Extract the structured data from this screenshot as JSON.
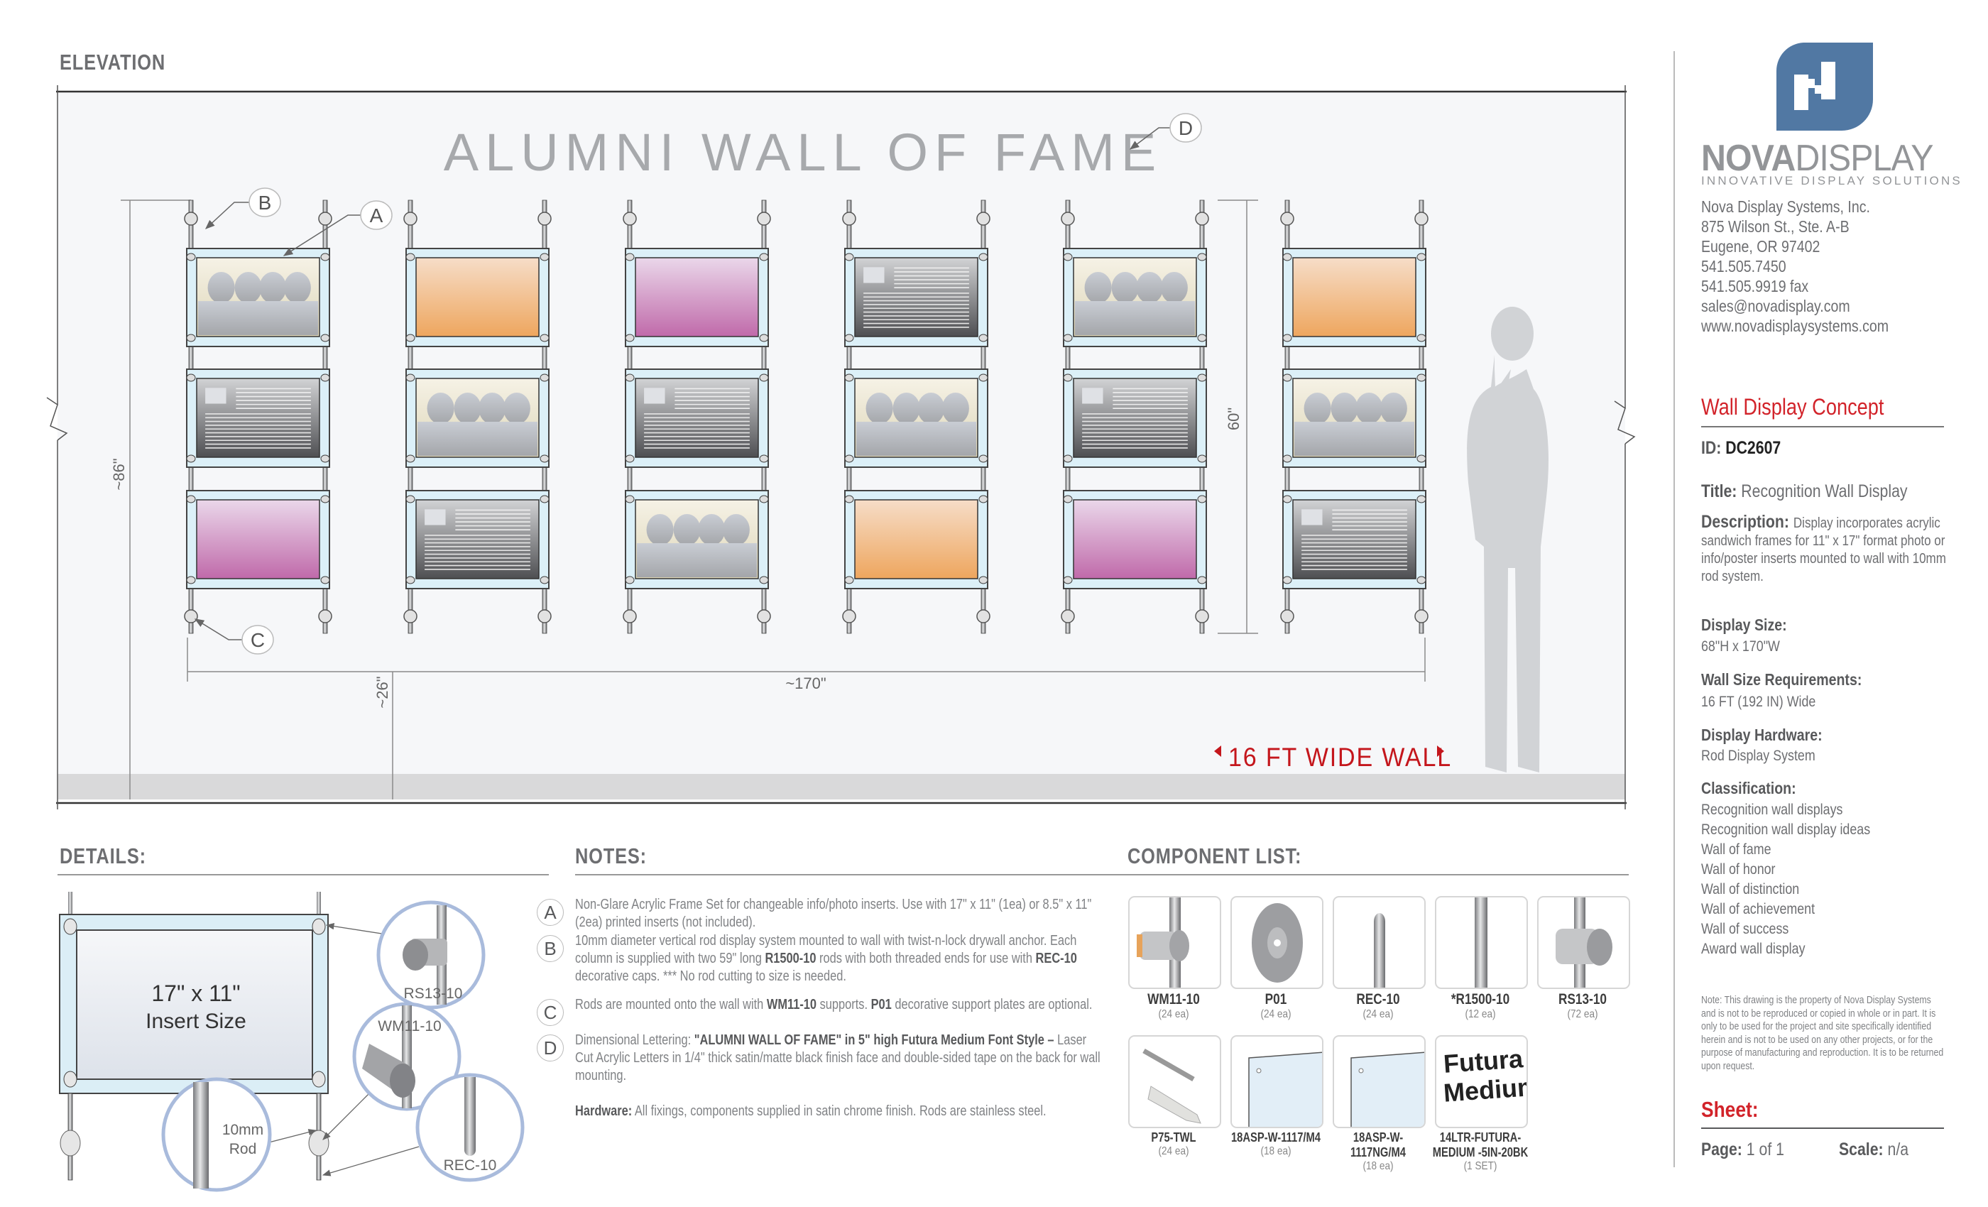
{
  "elevation": {
    "heading": "ELEVATION",
    "sign_text": "ALUMNI WALL OF FAME",
    "callouts": {
      "a": "A",
      "b": "B",
      "c": "C",
      "d": "D"
    },
    "dims": {
      "height": "~86\"",
      "width": "~170\"",
      "floor": "~26\"",
      "display_height": "60\""
    },
    "wall_width": "16 FT WIDE WALL",
    "columns": [
      [
        "photo",
        "info",
        "pink"
      ],
      [
        "orange",
        "photo",
        "info"
      ],
      [
        "pink",
        "info",
        "photo"
      ],
      [
        "info",
        "photo",
        "orange"
      ],
      [
        "photo",
        "info",
        "pink"
      ],
      [
        "orange",
        "photo",
        "info"
      ]
    ]
  },
  "details": {
    "heading": "DETAILS:",
    "insert_size": "17\" x 11\"",
    "insert_label": "Insert Size",
    "parts": {
      "rs": "RS13-10",
      "wm": "WM11-10",
      "rec": "REC-10",
      "rod_1": "10mm",
      "rod_2": "Rod"
    }
  },
  "notes": {
    "heading": "NOTES:",
    "items": [
      {
        "letter": "A",
        "segments": [
          {
            "t": "Non-Glare Acrylic Frame Set for changeable info/photo inserts. Use with 17\" x 11\" (1ea) or 8.5\" x 11\" (2ea) printed inserts (not included).",
            "b": false
          }
        ]
      },
      {
        "letter": "B",
        "segments": [
          {
            "t": "10mm diameter vertical rod display system mounted to wall with twist-n-lock drywall anchor. Each column is supplied with two 59\" long ",
            "b": false
          },
          {
            "t": "R1500-10",
            "b": true
          },
          {
            "t": " rods with both threaded ends for use with ",
            "b": false
          },
          {
            "t": "REC-10",
            "b": true
          },
          {
            "t": " decorative caps. *** No rod cutting to size is needed.",
            "b": false
          }
        ]
      },
      {
        "letter": "C",
        "segments": [
          {
            "t": "Rods are mounted onto the wall with ",
            "b": false
          },
          {
            "t": "WM11-10",
            "b": true
          },
          {
            "t": " supports. ",
            "b": false
          },
          {
            "t": "P01",
            "b": true
          },
          {
            "t": " decorative support plates are optional.",
            "b": false
          }
        ]
      },
      {
        "letter": "D",
        "segments": [
          {
            "t": "Dimensional Lettering: ",
            "b": false
          },
          {
            "t": "\"ALUMNI WALL OF FAME\" in 5\" high Futura Medium Font Style –",
            "b": true
          },
          {
            "t": " Laser Cut Acrylic Letters in 1/4\" thick satin/matte black finish face and double-sided tape on the back for wall mounting.",
            "b": false
          }
        ]
      }
    ],
    "hardware": {
      "label": "Hardware:",
      "text": " All fixings, components supplied in satin chrome finish. Rods are stainless steel."
    }
  },
  "components": {
    "heading": "COMPONENT LIST:",
    "items": [
      {
        "code": "WM11-10",
        "qty": "(24 ea)",
        "icon": "wall-mount"
      },
      {
        "code": "P01",
        "qty": "(24 ea)",
        "icon": "support-plate"
      },
      {
        "code": "REC-10",
        "qty": "(24 ea)",
        "icon": "end-cap"
      },
      {
        "code": "*R1500-10",
        "qty": "(12 ea)",
        "icon": "rod"
      },
      {
        "code": "RS13-10",
        "qty": "(72 ea)",
        "icon": "rod-support"
      },
      {
        "code": "P75-TWL",
        "qty": "(24 ea)",
        "icon": "drywall-anchor"
      },
      {
        "code": "18ASP-W-1117/M4",
        "qty": "(18 ea)",
        "icon": "acrylic-panel"
      },
      {
        "code": "18ASP-W-1117NG/M4",
        "qty": "(18 ea)",
        "icon": "acrylic-panel"
      },
      {
        "code": "14LTR-FUTURA-MEDIUM -5IN-20BK",
        "qty": "(1 SET)",
        "icon": "lettering",
        "tile_text": [
          "Futura",
          "Medium"
        ]
      }
    ]
  },
  "company": {
    "logo_name": "NOVADISPLAY",
    "logo_bold": "NOVA",
    "logo_light": "DISPLAY",
    "tagline": "INNOVATIVE DISPLAY SOLUTIONS",
    "address": [
      "Nova Display Systems, Inc.",
      "875 Wilson St., Ste. A-B",
      "Eugene, OR 97402",
      "541.505.7450",
      "541.505.9919 fax",
      "sales@novadisplay.com",
      "www.novadisplaysystems.com"
    ]
  },
  "concept": {
    "heading": "Wall Display Concept",
    "id_label": "ID:",
    "id_value": "DC2607",
    "title_label": "Title:",
    "title_value": "Recognition Wall Display",
    "description_label": "Description:",
    "description_value": "Display incorporates acrylic sandwich frames for 11\" x 17\" format photo or info/poster inserts mounted to wall with 10mm rod system.",
    "display_size_label": "Display Size:",
    "display_size_value": "68\"H x 170\"W",
    "wall_size_label": "Wall Size Requirements:",
    "wall_size_value": "16 FT (192 IN) Wide",
    "hardware_label": "Display Hardware:",
    "hardware_value": "Rod Display System",
    "classification_label": "Classification:",
    "classification": [
      "Recognition wall displays",
      "Recognition wall display ideas",
      "Wall of fame",
      "Wall of honor",
      "Wall of distinction",
      "Wall of achievement",
      "Wall of success",
      "Award wall display"
    ],
    "legal_note": "Note: This drawing is the property of Nova Display Systems and is not to be reproduced or copied in whole or in part. It is only to be used for the project and site specifically identified herein and is not to be used on any other projects, or for the purpose of manufacturing and reproduction. It is to be returned upon request."
  },
  "sheet": {
    "heading": "Sheet:",
    "page_label": "Page:",
    "page_value": "1 of 1",
    "scale_label": "Scale:",
    "scale_value": "n/a"
  },
  "colors": {
    "accent_red": "#d2232a",
    "logo_blue": "#5178a3",
    "text_gray": "#6d6e71",
    "callout_ring": "#a9bbdc"
  }
}
